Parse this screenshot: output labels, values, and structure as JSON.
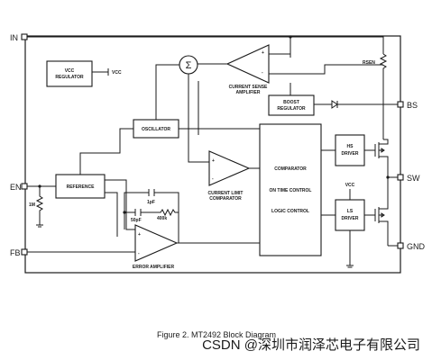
{
  "pins": {
    "in": "IN",
    "en": "EN",
    "fb": "FB",
    "bs": "BS",
    "sw": "SW",
    "gnd": "GND"
  },
  "blocks": {
    "vcc_regulator_line1": "VCC",
    "vcc_regulator_line2": "REGULATOR",
    "vcc_out": "VCC",
    "oscillator": "OSCILLATOR",
    "reference": "REFERENCE",
    "current_sense_line1": "CURRENT SENSE",
    "current_sense_line2": "AMPLIFIER",
    "current_limit_line1": "CURRENT LIMIT",
    "current_limit_line2": "COMPARATOR",
    "error_amplifier": "ERROR AMPLIFIER",
    "boost_regulator_line1": "BOOST",
    "boost_regulator_line2": "REGULATOR",
    "comparator": "COMPARATOR",
    "on_time_control": "ON TIME CONTROL",
    "logic_control": "LOGIC CONTROL",
    "hs_driver_line1": "HS",
    "hs_driver_line2": "DRIVER",
    "ls_driver_line1": "LS",
    "ls_driver_line2": "DRIVER",
    "vcc_ls": "VCC",
    "rsen": "RSEN",
    "summer": "Σ"
  },
  "components": {
    "resistor_1m": "1M",
    "cap_1pf": "1pF",
    "cap_50pf": "50pF",
    "res_400k": "400k"
  },
  "caption": "Figure 2. MT2492 Block Diagram",
  "watermark": "CSDN @深圳市润泽芯电子有限公司"
}
